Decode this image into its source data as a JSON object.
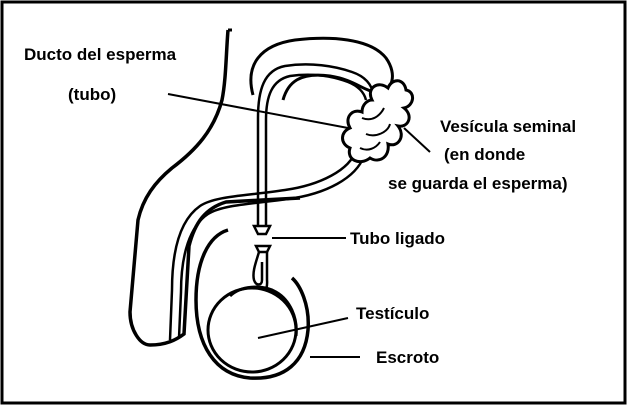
{
  "diagram": {
    "labels": {
      "sperm_duct": "Ducto del esperma",
      "sperm_duct_sub": "(tubo)",
      "seminal_vesicle": "Vesícula seminal",
      "seminal_vesicle_sub1": "(en donde",
      "seminal_vesicle_sub2": "se guarda el esperma)",
      "tied_tube": "Tubo ligado",
      "testicle": "Testículo",
      "scrotum": "Escroto"
    },
    "colors": {
      "ink": "#000000",
      "background": "#ffffff"
    }
  }
}
